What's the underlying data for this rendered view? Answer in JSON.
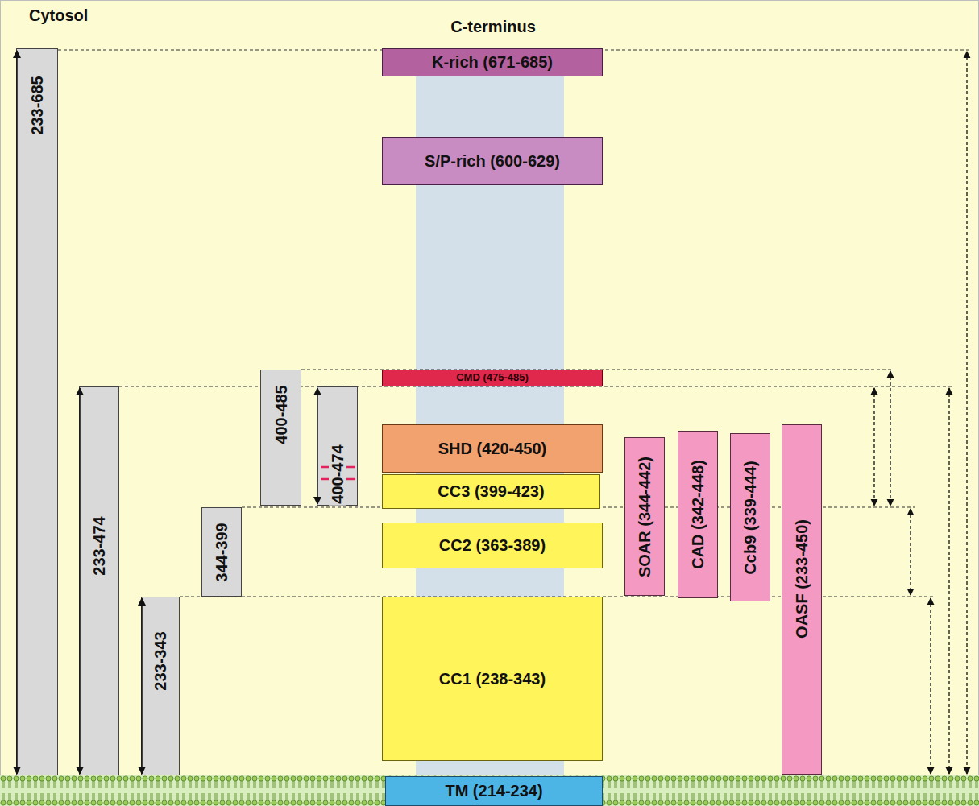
{
  "diagram": {
    "nodes": [
      {
        "text": [
          "K-rich (671-685)"
        ]
      },
      {
        "text": [
          "S/P-rich (600-629)"
        ]
      },
      {
        "text": [
          "CMD (475-485)"
        ]
      },
      {
        "text": [
          "SHD (420-450)"
        ]
      },
      {
        "text": [
          "CC3 (399-423)"
        ]
      },
      {
        "text": [
          "CC2 (363-389)"
        ]
      },
      {
        "text": [
          "CC1 (238-343)"
        ]
      },
      {
        "text": [
          "TM (214-234)"
        ]
      },
      {
        "text": [
          "233-685"
        ]
      },
      {
        "text": [
          "233-474"
        ]
      },
      {
        "text": [
          "233-343"
        ]
      },
      {
        "text": [
          "344-399"
        ]
      },
      {
        "text": [
          "400-485"
        ]
      },
      {
        "text": [
          "400-474"
        ]
      },
      {
        "text": [
          "SOAR (344-442)"
        ]
      },
      {
        "text": [
          "CAD (342-448)"
        ]
      },
      {
        "text": [
          "Ccb9 (339-444)"
        ]
      },
      {
        "text": [
          "OASF (233-450)"
        ]
      }
    ],
    "labels": [
      "Cytosol",
      "C-terminus"
    ]
  }
}
